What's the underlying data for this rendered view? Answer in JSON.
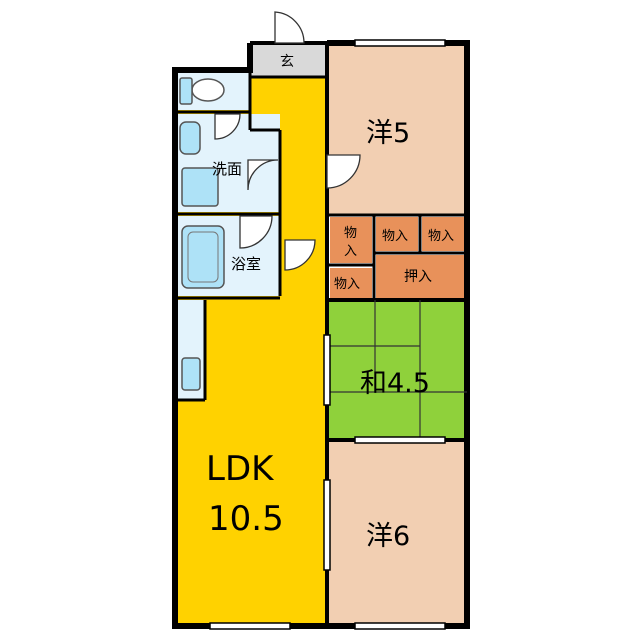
{
  "rooms": {
    "genkan": "玄",
    "washroom": "洗面",
    "bathroom": "浴室",
    "ldk_line1": "LDK",
    "ldk_line2": "10.5",
    "western_top": "洋5",
    "japanese": "和4.5",
    "western_bottom": "洋6",
    "closet_a_line1": "物",
    "closet_a_line2": "入",
    "closet_b": "物入",
    "closet_c": "物入",
    "closet_d": "物入",
    "oshiire": "押入"
  },
  "colors": {
    "wall": "#000000",
    "ldk": "#ffd200",
    "western": "#f2cfb2",
    "japanese": "#8fd13b",
    "closet": "#e8915a",
    "wet_area": "#e3f3fc",
    "fixture": "#aee2f7",
    "genkan": "#d9d9d9"
  }
}
